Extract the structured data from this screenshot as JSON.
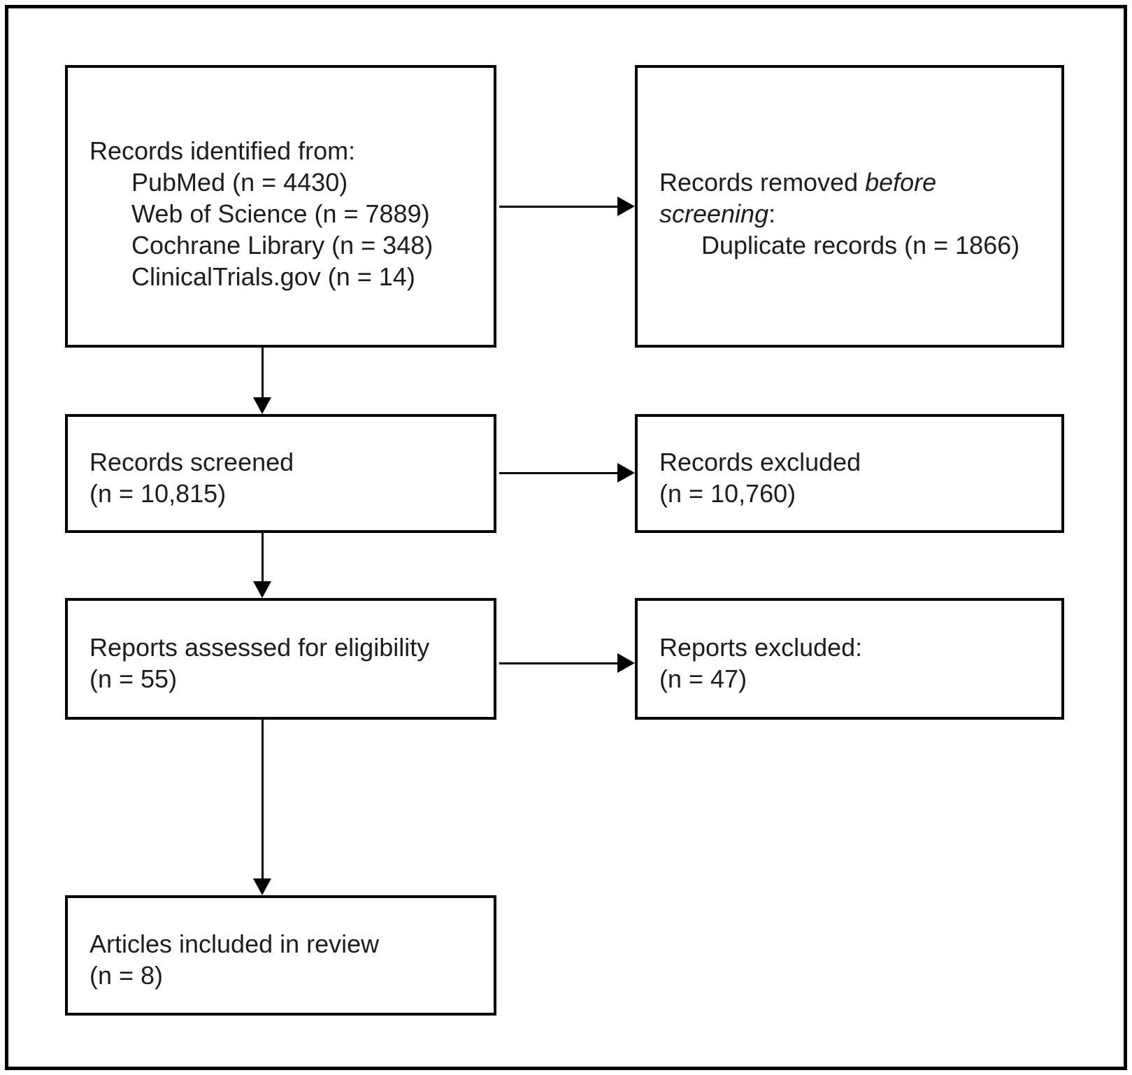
{
  "colors": {
    "line": "#000000",
    "text": "#1d1d1d",
    "background": "#ffffff"
  },
  "boxes": {
    "identification": {
      "heading": "Records identified from:",
      "items": [
        "PubMed (n = 4430)",
        "Web of Science (n = 7889)",
        "Cochrane Library (n = 348)",
        "ClinicalTrials.gov (n = 14)"
      ]
    },
    "removed_before_screening": {
      "prefix": "Records removed ",
      "emphasis": "before screening",
      "suffix": ":",
      "items": [
        "Duplicate records (n = 1866)"
      ]
    },
    "records_screened": {
      "line1": "Records screened",
      "line2": "(n = 10,815)"
    },
    "records_excluded": {
      "line1": "Records excluded",
      "line2": "(n = 10,760)"
    },
    "reports_assessed": {
      "line1": "Reports assessed for eligibility",
      "line2": "(n = 55)"
    },
    "reports_excluded": {
      "line1": "Reports excluded:",
      "line2": "(n = 47)"
    },
    "articles_included": {
      "line1": "Articles included in review",
      "line2": "(n = 8)"
    }
  }
}
